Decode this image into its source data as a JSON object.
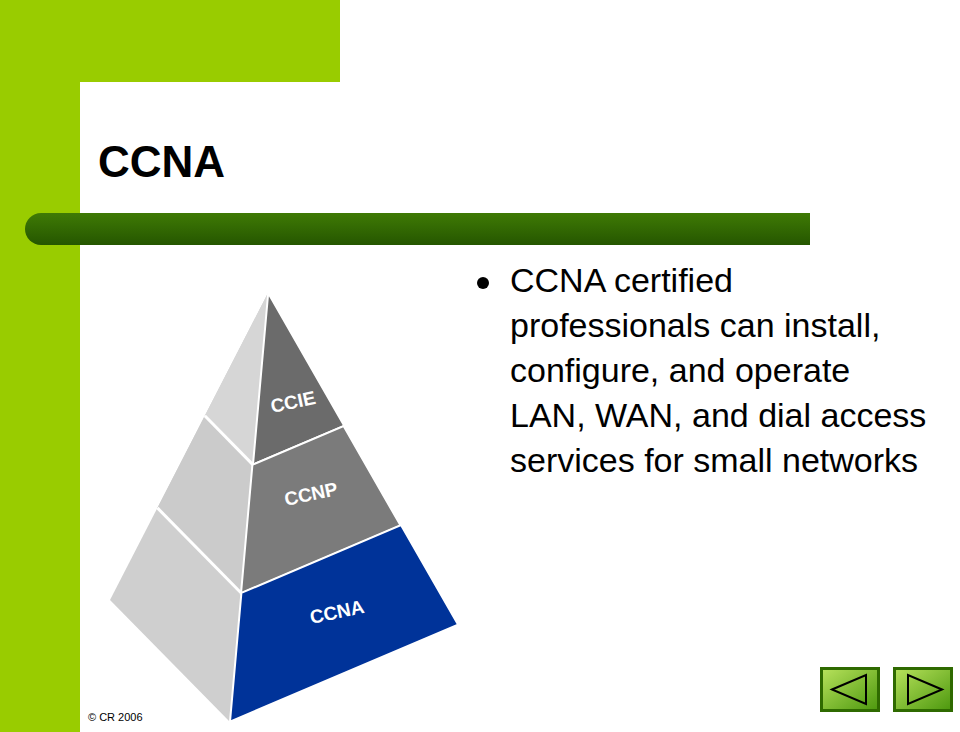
{
  "diagram": {
    "title": "CCNA",
    "nodes": [
      {
        "text": [
          "CCIE"
        ]
      },
      {
        "text": [
          "CCNP"
        ]
      },
      {
        "text": [
          "CCNA"
        ]
      }
    ],
    "labels": [
      "CCNA certified professionals can install, configure, and operate LAN, WAN, and dial access services for small networks",
      "© CR 2006"
    ]
  }
}
